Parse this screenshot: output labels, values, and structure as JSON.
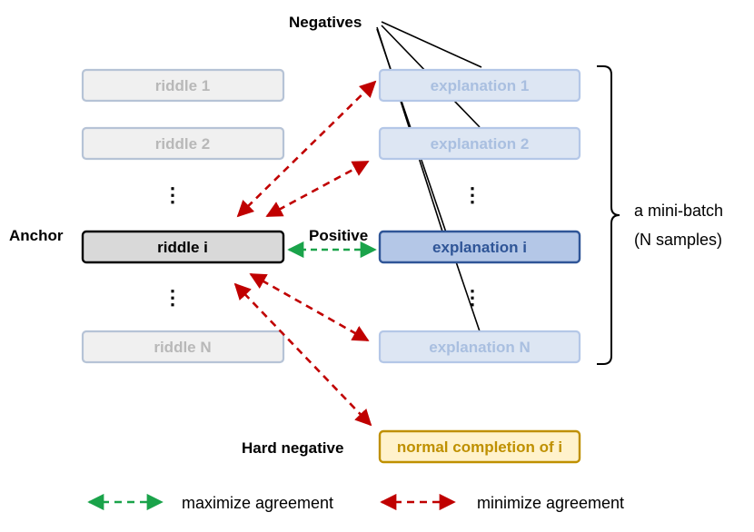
{
  "riddles": {
    "r1": "riddle 1",
    "r2": "riddle 2",
    "ri": "riddle i",
    "rn": "riddle N",
    "dots": "⋮"
  },
  "explanations": {
    "e1": "explanation 1",
    "e2": "explanation 2",
    "ei": "explanation i",
    "en": "explanation N",
    "dots": "⋮"
  },
  "hard_negative_box": "normal completion of i",
  "labels": {
    "negatives": "Negatives",
    "anchor": "Anchor",
    "positive": "Positive",
    "hard_negative": "Hard negative"
  },
  "batch": {
    "line1": "a mini-batch",
    "line2": "(N samples)"
  },
  "legend": {
    "maximize": "maximize agreement",
    "minimize": "minimize agreement"
  },
  "colors": {
    "faded_riddle_fill": "#f0f0f0",
    "faded_riddle_border": "#b6c3d6",
    "faded_text": "#b8b8b8",
    "faded_expl_fill": "#dde6f3",
    "faded_expl_text": "#a9bfe0",
    "anchor_fill": "#d9d9d9",
    "positive_fill": "#b4c7e7",
    "positive_border": "#2f5597",
    "hard_fill": "#fff2cc",
    "hard_border": "#bf9000",
    "green": "#1aa34a",
    "red": "#c00000"
  }
}
